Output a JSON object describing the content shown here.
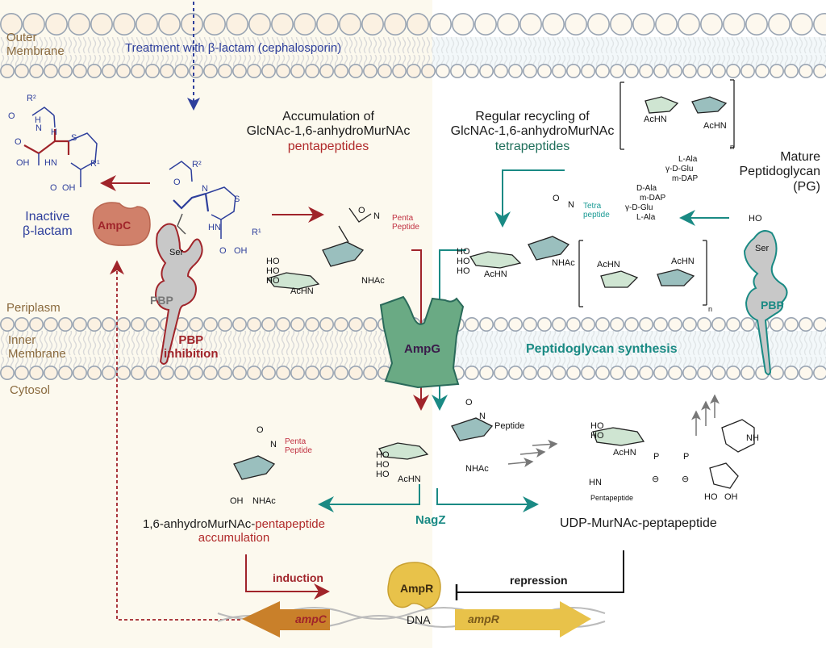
{
  "colors": {
    "left_bg": "#fcf9ee",
    "right_bg": "#ffffff",
    "membrane_bead": "#9aa5b3",
    "membrane_fill": "#fbf1e2",
    "blue": "#2e3f9c",
    "red": "#a0242a",
    "teal": "#1a8a84",
    "ampc_enzyme": "#d0806a",
    "ampg": "#6aaa84",
    "ampr": "#e8c24a",
    "ampc_gene": "#c9802a",
    "ampr_gene": "#e8c24a",
    "pbp_gray": "#c8c8c8"
  },
  "compartments": {
    "outer_membrane": "Outer\nMembrane",
    "outer_membrane_l1": "Outer",
    "outer_membrane_l2": "Membrane",
    "periplasm": "Periplasm",
    "inner_membrane_l1": "Inner",
    "inner_membrane_l2": "Membrane",
    "cytosol": "Cytosol"
  },
  "treatment": "Treatment with β-lactam (cephalosporin)",
  "inactive_lactam": {
    "l1": "Inactive",
    "l2": "β-lactam"
  },
  "enzymes": {
    "ampc": "AmpC",
    "pbp_left": "PBP",
    "pbp_right": "PBP",
    "ampg": "AmpG",
    "ampr": "AmpR",
    "nagz": "NagZ"
  },
  "pbp_inhibition": {
    "l1": "PBP",
    "l2": "inhibition"
  },
  "accumulation_top": {
    "l1": "Accumulation of",
    "l2": "GlcNAc-1,6-anhydroMurNAc",
    "l3": "pentapeptides"
  },
  "recycling_top": {
    "l1": "Regular recycling of",
    "l2": "GlcNAc-1,6-anhydroMurNAc",
    "l3": "tetrapeptides"
  },
  "mature_pg": {
    "l1": "Mature",
    "l2": "Peptidoglycan",
    "l3": "(PG)"
  },
  "pg_synthesis": "Peptidoglycan synthesis",
  "bottom_left_label": {
    "prefix": "1,6-anhydroMurNAc-",
    "suffix": "pentapeptide",
    "l2": "accumulation"
  },
  "udp_label": "UDP-MurNAc-peptapeptide",
  "regulation": {
    "induction": "induction",
    "repression": "repression",
    "dna": "DNA",
    "gene_ampc": "ampC",
    "gene_ampr": "ampR"
  },
  "chem": {
    "R2": "R²",
    "R1": "R¹",
    "O": "O",
    "OH": "OH",
    "HN": "HN",
    "H": "H",
    "N": "N",
    "S": "S",
    "Ser": "Ser",
    "HO": "HO",
    "AcHN": "AcHN",
    "NHAc": "NHAc",
    "penta": "Penta",
    "peptide_cap": "Peptide",
    "tetra": "Tetra",
    "peptide_low": "peptide",
    "peptide": "Peptide",
    "pentapeptide": "Pentapeptide",
    "n": "n",
    "P": "P",
    "NH": "NH",
    "minus": "⊖",
    "peptide_chain_top": [
      "L-Ala",
      "γ-D-Glu",
      "m-DAP"
    ],
    "peptide_chain_cross": [
      "D-Ala",
      "m-DAP",
      "γ-D-Glu",
      "L-Ala"
    ]
  }
}
